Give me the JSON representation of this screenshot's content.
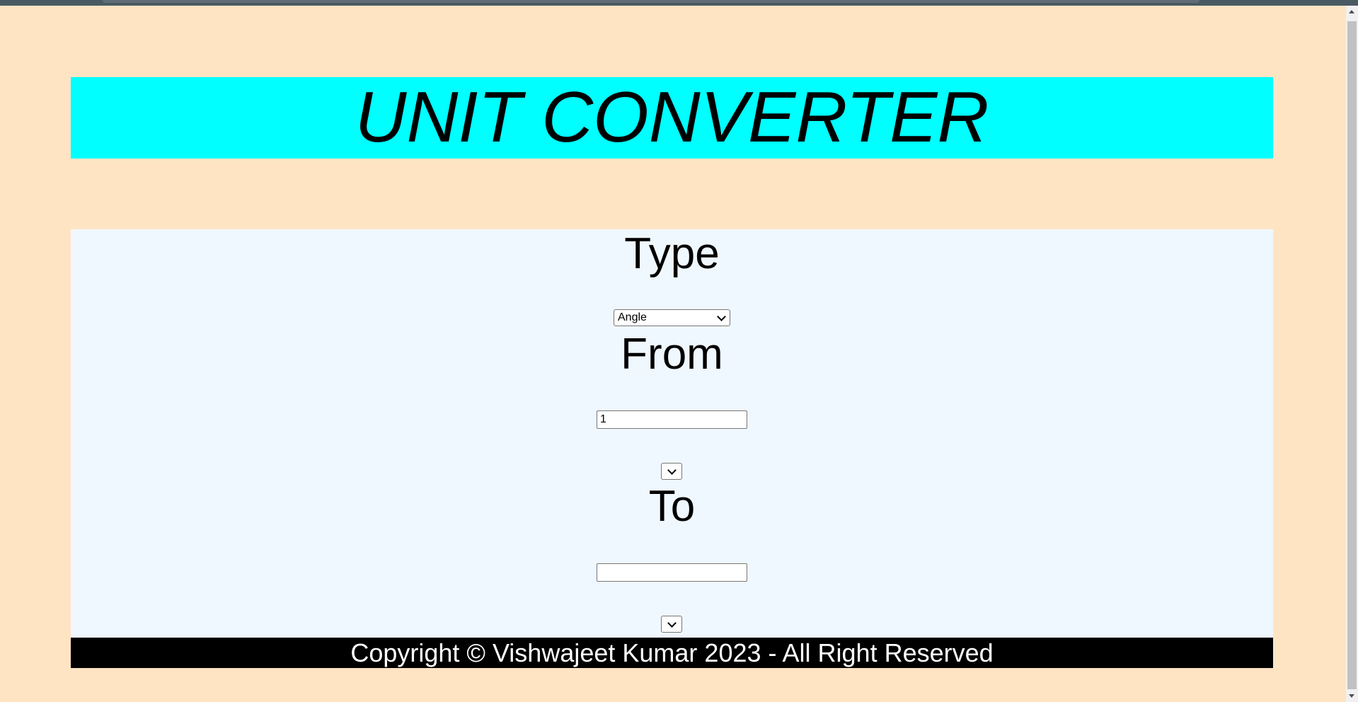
{
  "header": {
    "title": "UNIT CONVERTER"
  },
  "converter": {
    "type_label": "Type",
    "type_selected": "Angle",
    "from_label": "From",
    "from_value": "1",
    "from_unit_selected": "",
    "to_label": "To",
    "to_value": "",
    "to_unit_selected": ""
  },
  "footer": {
    "text": "Copyright © Vishwajeet Kumar 2023 - All Right Reserved"
  },
  "colors": {
    "page_background": "#ffe4c4",
    "header_background": "#00ffff",
    "panel_background": "#f0f8ff",
    "footer_background": "#000000",
    "footer_text": "#ffffff"
  },
  "icons": {
    "select_arrow": "chevron-down-icon"
  }
}
